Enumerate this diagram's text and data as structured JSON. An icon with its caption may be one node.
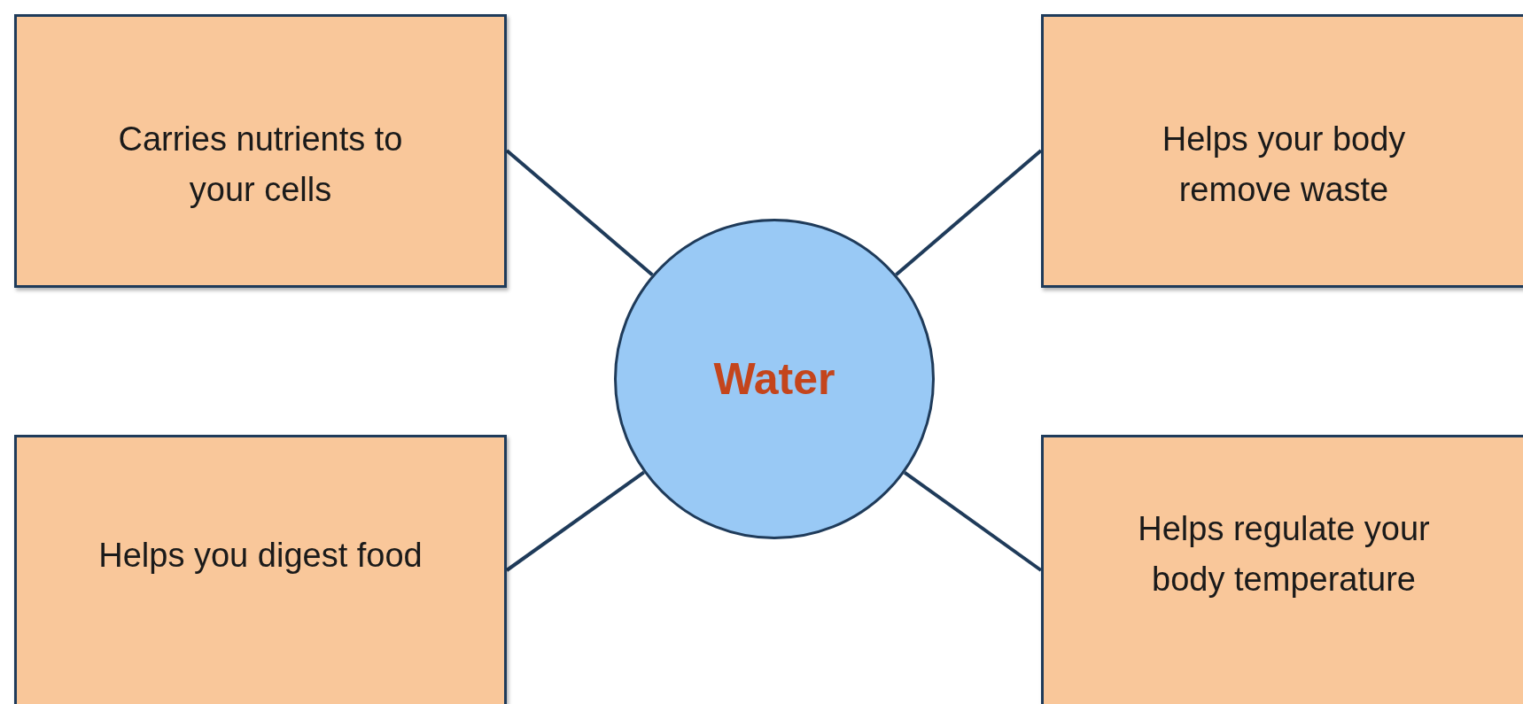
{
  "diagram": {
    "nodes": [
      {
        "text": [
          "Carries nutrients to your cells"
        ]
      },
      {
        "text": [
          "Helps your body remove waste"
        ]
      },
      {
        "text": [
          "Water"
        ]
      },
      {
        "text": [
          "Helps you digest food"
        ]
      },
      {
        "text": [
          "Helps regulate your body temperature"
        ]
      }
    ],
    "edges": [
      {
        "from": 2,
        "to": 0,
        "arrow": "none"
      },
      {
        "from": 2,
        "to": 1,
        "arrow": "none"
      },
      {
        "from": 2,
        "to": 3,
        "arrow": "none"
      },
      {
        "from": 2,
        "to": 4,
        "arrow": "none"
      }
    ]
  }
}
